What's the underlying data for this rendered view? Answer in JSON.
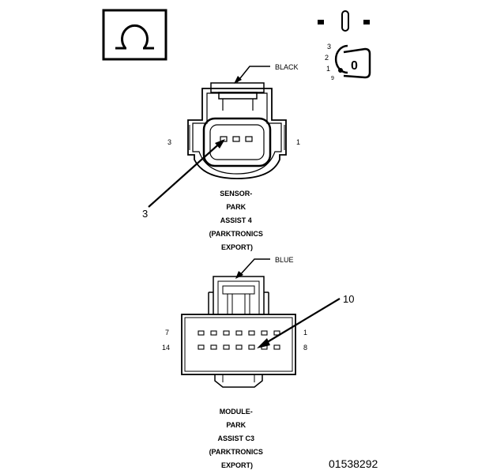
{
  "symbols": {
    "ohm_glyph": "Ω",
    "ignition_key_label": "0",
    "ignition_positions": [
      "3",
      "2",
      "1",
      "9"
    ]
  },
  "connector_top": {
    "color_label": "BLACK",
    "left_pin": "3",
    "right_pin": "1",
    "callout": "3",
    "title_lines": [
      "SENSOR-",
      "PARK",
      "ASSIST 4",
      "(PARKTRONICS",
      "EXPORT)"
    ]
  },
  "connector_bottom": {
    "color_label": "BLUE",
    "top_left_pin": "7",
    "top_right_pin": "1",
    "bottom_left_pin": "14",
    "bottom_right_pin": "8",
    "callout": "10",
    "title_lines": [
      "MODULE-",
      "PARK",
      "ASSIST C3",
      "(PARKTRONICS",
      "EXPORT)"
    ]
  },
  "figure_number": "01538292"
}
